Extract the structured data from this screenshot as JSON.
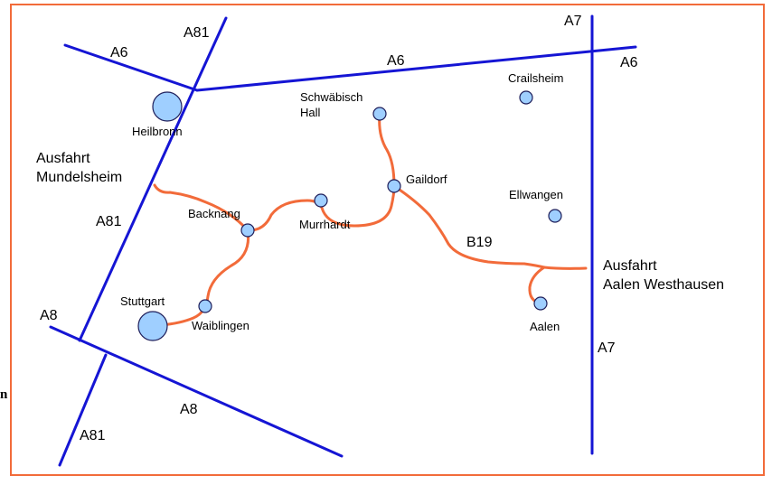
{
  "colors": {
    "border": "#f26b3a",
    "motorway": "#1515d4",
    "route": "#f26b3a",
    "city_fill": "#9fcfff",
    "city_stroke": "#1e1e5a"
  },
  "road_labels": {
    "a6_west": "A6",
    "a6_middle": "A6",
    "a6_east": "A6",
    "a81_north": "A81",
    "a81_middle": "A81",
    "a81_south": "A81",
    "a7_north": "A7",
    "a7_south": "A7",
    "a8_west": "A8",
    "a8_south": "A8",
    "b19": "B19"
  },
  "exits": {
    "mundelsheim_line1": "Ausfahrt",
    "mundelsheim_line2": "Mundelsheim",
    "aalen_line1": "Ausfahrt",
    "aalen_line2": "Aalen Westhausen"
  },
  "cities": {
    "heilbronn": "Heilbronn",
    "schwaebisch_hall_line1": "Schwäbisch",
    "schwaebisch_hall_line2": "Hall",
    "crailsheim": "Crailsheim",
    "gaildorf": "Gaildorf",
    "ellwangen": "Ellwangen",
    "backnang": "Backnang",
    "murrhardt": "Murrhardt",
    "stuttgart": "Stuttgart",
    "waiblingen": "Waiblingen",
    "aalen": "Aalen"
  },
  "edge_fragment": "n"
}
